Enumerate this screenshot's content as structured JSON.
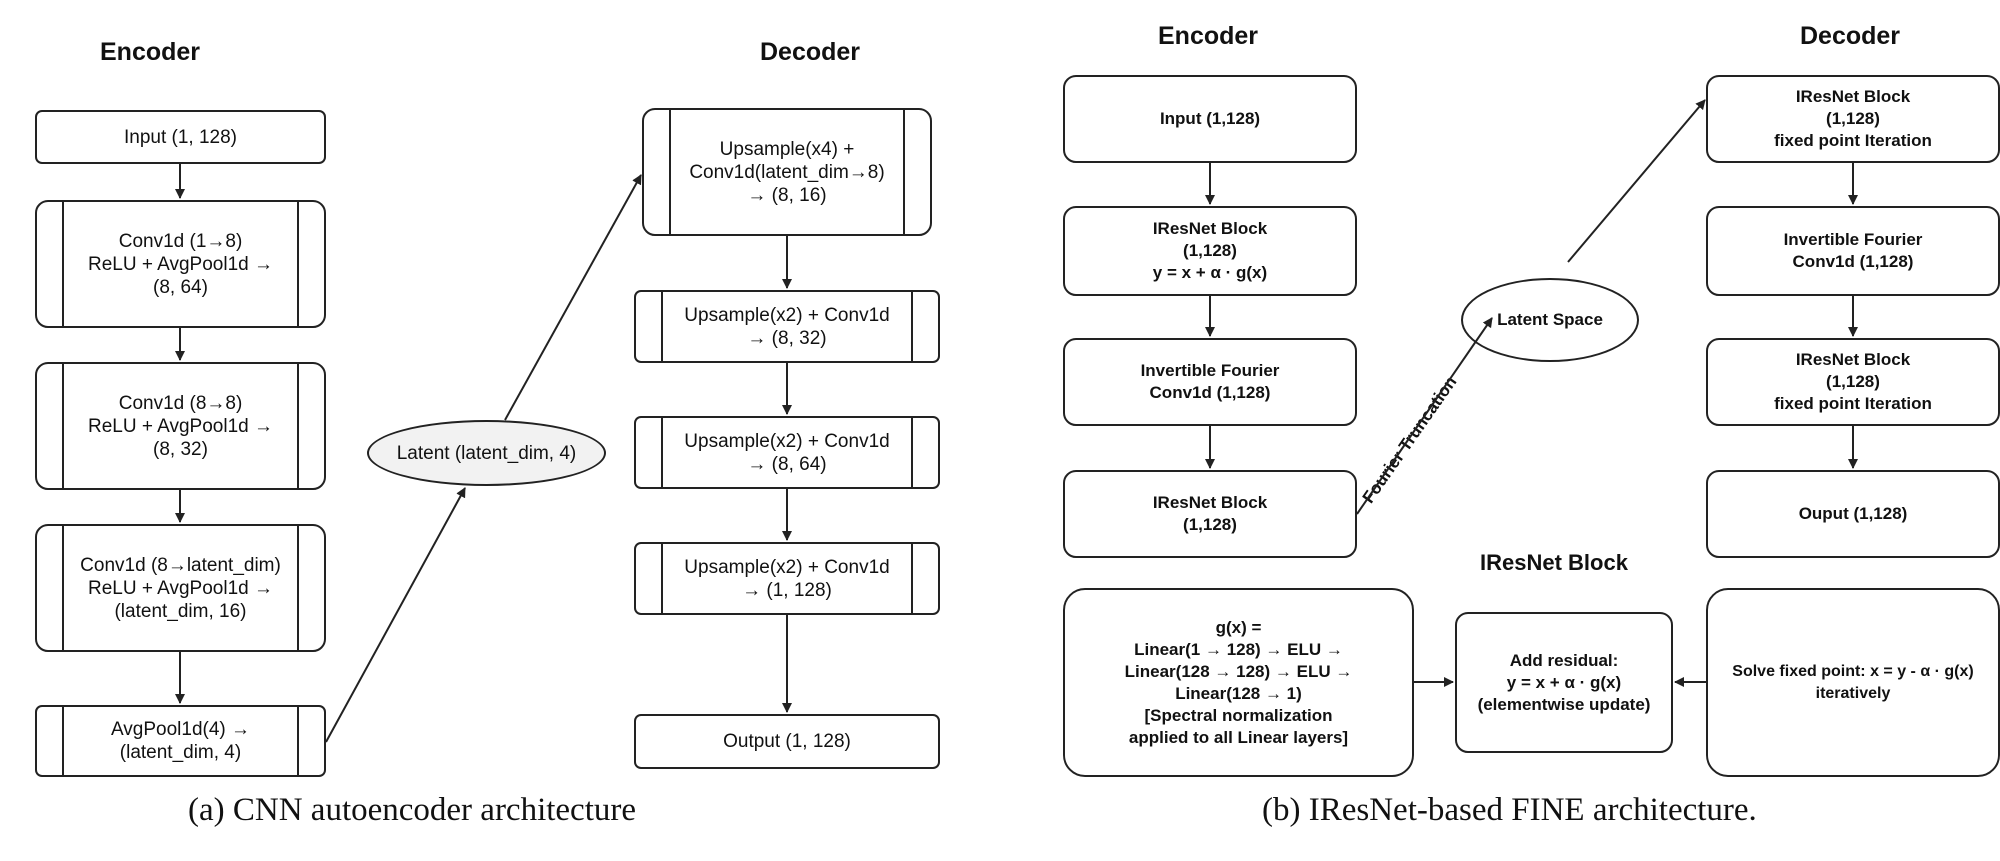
{
  "cnn": {
    "encoder_title": "Encoder",
    "decoder_title": "Decoder",
    "input": "Input (1, 128)",
    "enc1": "Conv1d (1→8)\nReLU + AvgPool1d →\n(8, 64)",
    "enc2": "Conv1d (8→8)\nReLU + AvgPool1d →\n(8, 32)",
    "enc3": "Conv1d (8→latent_dim)\nReLU + AvgPool1d →\n(latent_dim, 16)",
    "enc4": "AvgPool1d(4) →\n(latent_dim, 4)",
    "latent": "Latent (latent_dim, 4)",
    "dec1": "Upsample(x4) +\nConv1d(latent_dim→8)\n→ (8, 16)",
    "dec2": "Upsample(x2) + Conv1d\n→ (8, 32)",
    "dec3": "Upsample(x2) + Conv1d\n→ (8, 64)",
    "dec4": "Upsample(x2) + Conv1d\n→ (1, 128)",
    "output": "Output (1, 128)",
    "caption": "(a) CNN autoencoder architecture"
  },
  "fine": {
    "encoder_title": "Encoder",
    "decoder_title": "Decoder",
    "input": "Input (1,128)",
    "enc_block1": "IResNet Block\n(1,128)\ny = x + α · g(x)",
    "enc_fourier": "Invertible Fourier\nConv1d (1,128)",
    "enc_block2": "IResNet Block\n(1,128)",
    "latent": "Latent Space",
    "truncation": "Fourier Truncation",
    "dec_block1": "IResNet Block\n(1,128)\nfixed point Iteration",
    "dec_fourier": "Invertible Fourier\nConv1d (1,128)",
    "dec_block2": "IResNet Block\n(1,128)\nfixed point Iteration",
    "output": "Ouput (1,128)",
    "iresnet_title": "IResNet Block",
    "g_def": "g(x) =\nLinear(1 → 128) → ELU →\nLinear(128 → 128) → ELU →\nLinear(128 → 1)\n[Spectral normalization\napplied to all Linear layers]",
    "residual": "Add residual:\ny = x + α · g(x)\n(elementwise update)",
    "solve": "Solve fixed point: x = y - α · g(x)\niteratively",
    "caption": "(b) IResNet-based FINE architecture."
  }
}
